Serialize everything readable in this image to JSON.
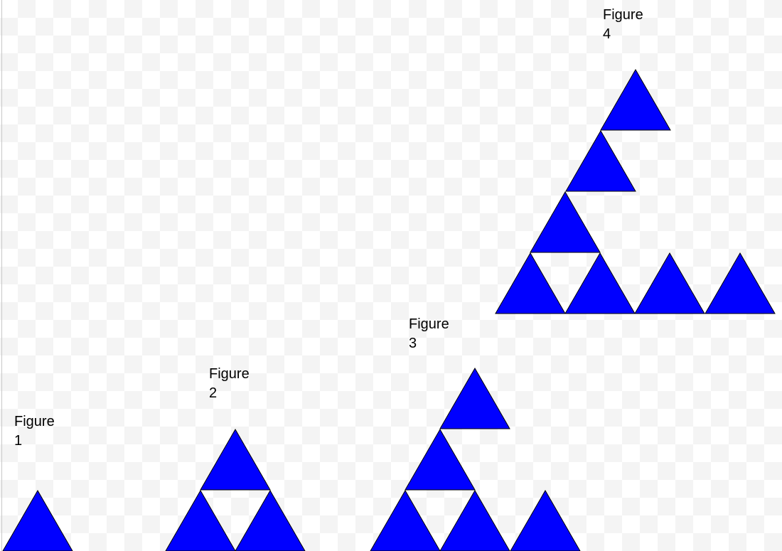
{
  "colors": {
    "fill": "#0000ff",
    "stroke": "#000000",
    "background_light": "#ffffff",
    "background_dark": "#f4f4f4"
  },
  "figures": [
    {
      "label": "Figure",
      "number": "1",
      "triangles": 1
    },
    {
      "label": "Figure",
      "number": "2",
      "triangles": 3
    },
    {
      "label": "Figure",
      "number": "3",
      "triangles": 5
    },
    {
      "label": "Figure",
      "number": "4",
      "triangles": 7
    }
  ]
}
